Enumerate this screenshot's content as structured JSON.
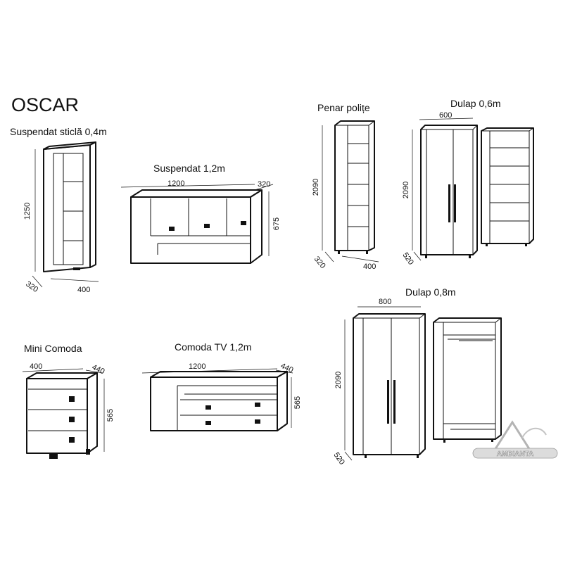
{
  "title": "OSCAR",
  "items": [
    {
      "name": "Suspendat sticlă 0,4m",
      "dims": {
        "height": "1250",
        "depth": "320",
        "width": "400"
      }
    },
    {
      "name": "Suspendat 1,2m",
      "dims": {
        "width": "1200",
        "depth": "320",
        "height": "675"
      }
    },
    {
      "name": "Penar polițe",
      "dims": {
        "height": "2090",
        "depth": "320",
        "width": "400"
      }
    },
    {
      "name": "Dulap 0,6m",
      "dims": {
        "width": "600",
        "height": "2090",
        "depth": "520"
      }
    },
    {
      "name": "Mini Comoda",
      "dims": {
        "width": "400",
        "depth": "440",
        "height": "565"
      }
    },
    {
      "name": "Comoda TV 1,2m",
      "dims": {
        "width": "1200",
        "depth": "440",
        "height": "565"
      }
    },
    {
      "name": "Dulap 0,8m",
      "dims": {
        "width": "800",
        "height": "2090",
        "depth": "520"
      }
    }
  ],
  "watermark": "AMBIANTA",
  "icons": {
    "watermark": "ambianta-logo-icon"
  }
}
